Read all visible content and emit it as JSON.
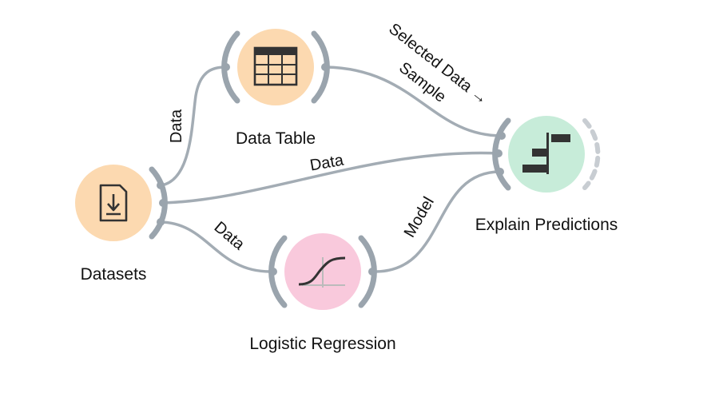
{
  "nodes": {
    "datasets": {
      "label": "Datasets",
      "icon": "file-download-icon",
      "color": "#fcd9b0"
    },
    "data_table": {
      "label": "Data Table",
      "icon": "table-icon",
      "color": "#fcd9b0"
    },
    "logistic_regression": {
      "label": "Logistic Regression",
      "icon": "sigmoid-curve-icon",
      "color": "#f9c9dc"
    },
    "explain_predictions": {
      "label": "Explain Predictions",
      "icon": "bar-chart-icon",
      "color": "#c7ecd9"
    }
  },
  "links": {
    "datasets_to_table": "Data",
    "datasets_to_explain": "Data",
    "datasets_to_regression": "Data",
    "regression_to_explain": "Model",
    "table_to_explain_line1": "Selected Data →",
    "table_to_explain_line2": "Sample"
  },
  "colors": {
    "link": "#a3acb4",
    "arc": "#9aa4ad",
    "icon": "#333333"
  }
}
